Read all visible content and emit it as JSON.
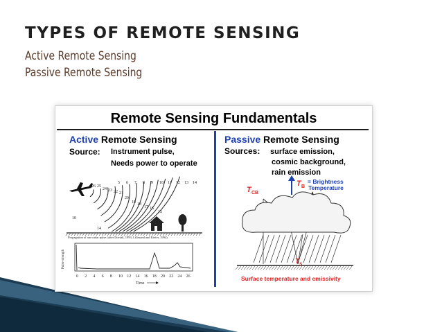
{
  "slide": {
    "title": "TYPES OF REMOTE SENSING",
    "bullets": [
      "Active Remote Sensing",
      "Passive Remote Sensing"
    ]
  },
  "figure": {
    "title": "Remote Sensing Fundamentals",
    "active": {
      "heading_accent": "Active",
      "heading_rest": " Remote Sensing",
      "source_label": "Source:",
      "source_lines": [
        "Instrument pulse,",
        "Needs power to operate"
      ],
      "top_numbers": [
        "5",
        "6",
        "7",
        "8",
        "9",
        "10",
        "11",
        "12",
        "13",
        "14"
      ],
      "curve_numbers": [
        "26",
        "25",
        "24",
        "23",
        "22",
        "21",
        "20",
        "19",
        "18",
        "17",
        "16",
        "15",
        "14",
        "10"
      ],
      "caption": "Propagation of one radar pulse (after Doviak, 1993; Lillesand and Kiefer, 1994)",
      "pulse_axis_label": "Pulse strength",
      "time_ticks": [
        "0",
        "2",
        "4",
        "6",
        "8",
        "10",
        "12",
        "14",
        "16",
        "18",
        "20",
        "22",
        "24",
        "26"
      ],
      "time_label": "Time"
    },
    "passive": {
      "heading_accent": "Passive",
      "heading_rest": " Remote Sensing",
      "sources_label": "Sources:",
      "source_lines": [
        "surface emission,",
        "cosmic background,",
        "rain emission"
      ],
      "tcb_label": "T",
      "tcb_sub": "CB",
      "tb_label": "T",
      "tb_sub": "B",
      "tb_desc_1": "= Brightness",
      "tb_desc_2": "Temperature",
      "ts_label": "T",
      "ts_sub": "S",
      "footer": "Surface temperature and emissivity"
    }
  },
  "colors": {
    "accent_blue": "#1d3fb0",
    "highlight_red": "#e02020",
    "ribbon_dark": "#0f2a3d",
    "ribbon_light": "#4a7a96"
  }
}
